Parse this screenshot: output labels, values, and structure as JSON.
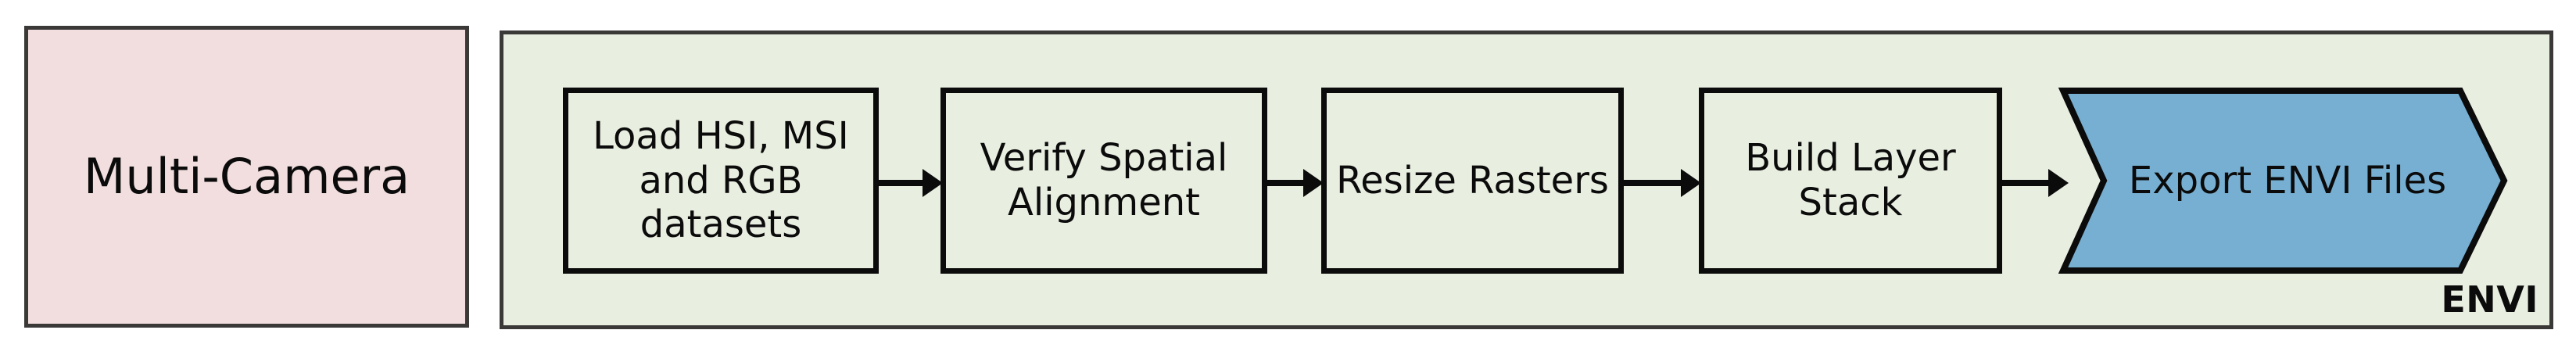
{
  "source": {
    "label": "Multi-Camera",
    "fill_color": "#F2DEDE",
    "border_color": "#3B3838"
  },
  "pipeline": {
    "tag": "ENVI",
    "fill_color": "#E8EEE0",
    "border_color": "#3B3838",
    "steps": [
      {
        "label": "Load HSI, MSI and RGB datasets",
        "shape": "rectangle",
        "fill_color": "#E8EEE0"
      },
      {
        "label": "Verify Spatial Alignment",
        "shape": "rectangle",
        "fill_color": "#E8EEE0"
      },
      {
        "label": "Resize Rasters",
        "shape": "rectangle",
        "fill_color": "#E8EEE0"
      },
      {
        "label": "Build Layer Stack",
        "shape": "rectangle",
        "fill_color": "#E8EEE0"
      }
    ],
    "terminal": {
      "label": "Export ENVI Files",
      "shape": "chevron",
      "fill_color": "#77AFD2",
      "border_color": "#0B0B0B"
    },
    "connectors": [
      {
        "from": "Load HSI, MSI and RGB datasets",
        "to": "Verify Spatial Alignment",
        "direction": "right"
      },
      {
        "from": "Verify Spatial Alignment",
        "to": "Resize Rasters",
        "direction": "right"
      },
      {
        "from": "Resize Rasters",
        "to": "Build Layer Stack",
        "direction": "right"
      },
      {
        "from": "Build Layer Stack",
        "to": "Export ENVI Files",
        "direction": "right"
      }
    ]
  }
}
